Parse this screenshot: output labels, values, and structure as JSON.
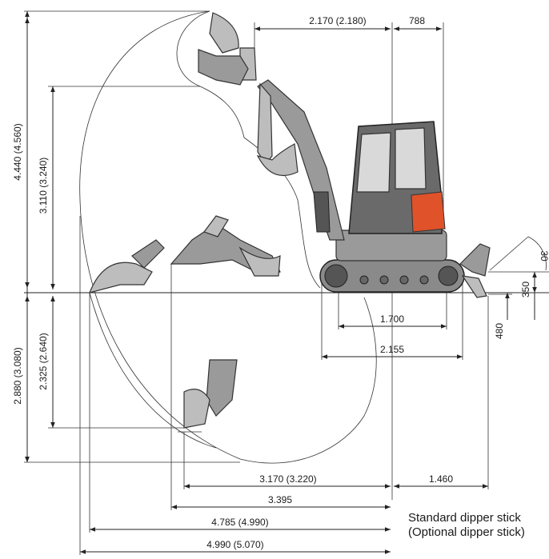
{
  "dimensions": {
    "max_height": "4.440 (4.560)",
    "dump_height": "3.110 (3.240)",
    "max_dig_depth": "2.880 (3.080)",
    "vertical_wall_depth": "2.325 (2.640)",
    "rear_overhang": "2.170 (2.180)",
    "tail_swing": "788",
    "track_length_center": "1.700",
    "track_length_overall": "2.155",
    "reach_at_ground_to_center": "3.170 (3.220)",
    "min_reach": "3.395",
    "max_reach_ground": "4.785 (4.990)",
    "max_reach": "4.990 (5.070)",
    "blade_reach": "1.460",
    "blade_lift": "350",
    "blade_depth": "480",
    "blade_angle": "30"
  },
  "legend": {
    "standard": "Standard dipper stick",
    "optional": "(Optional dipper stick)"
  },
  "colors": {
    "cab_accent": "#e0522a",
    "machine_body": "#8c8c8c",
    "lines": "#222222"
  }
}
